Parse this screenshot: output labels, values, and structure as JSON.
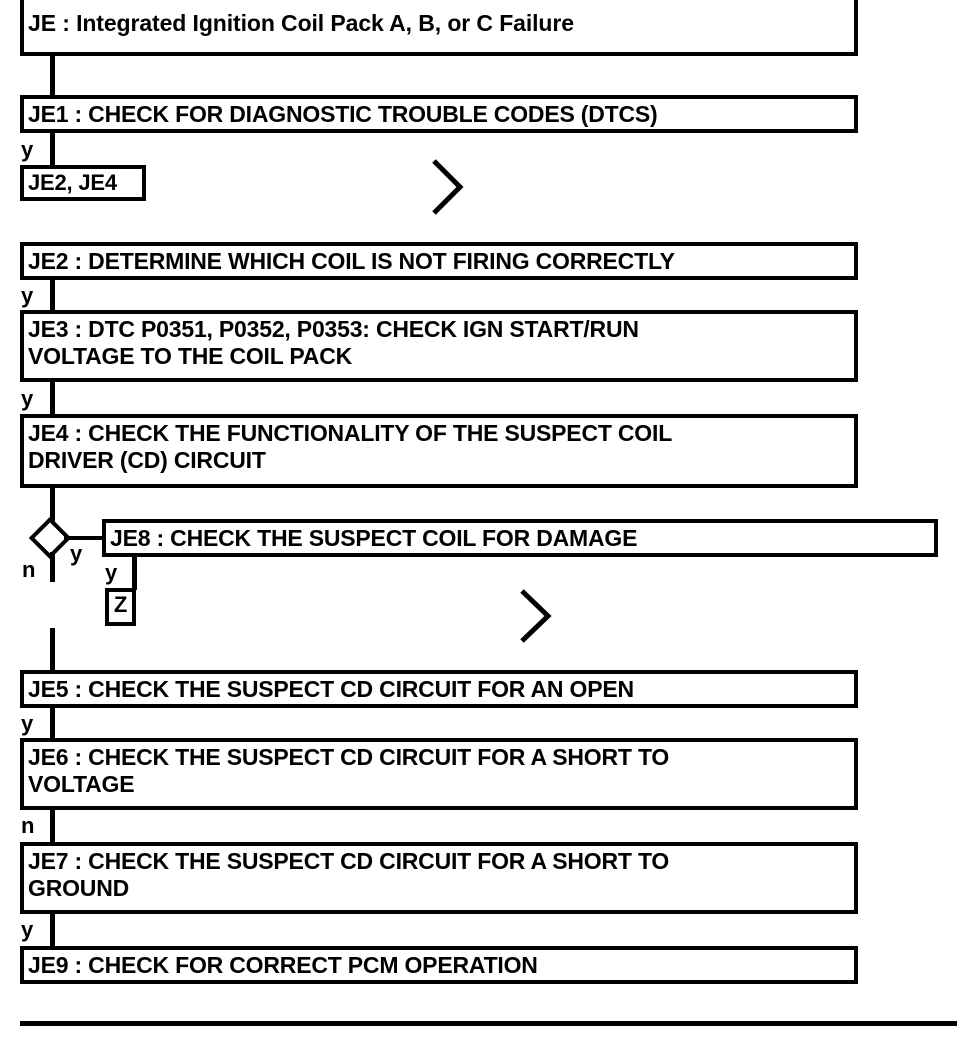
{
  "diagram": {
    "type": "flowchart",
    "title": "JE : Integrated Ignition Coil Pack A, B, or C Failure",
    "nodes": [
      {
        "id": "JE",
        "label": "JE : Integrated Ignition Coil Pack A, B, or C Failure"
      },
      {
        "id": "JE1",
        "label": "JE1 : CHECK FOR DIAGNOSTIC TROUBLE CODES (DTCS)"
      },
      {
        "id": "ref1",
        "label": "JE2, JE4"
      },
      {
        "id": "JE2",
        "label": "JE2 : DETERMINE WHICH COIL IS NOT FIRING CORRECTLY"
      },
      {
        "id": "JE3",
        "label": "JE3 : DTC P0351, P0352, P0353: CHECK IGN START/RUN\nVOLTAGE TO THE COIL PACK"
      },
      {
        "id": "JE4",
        "label": "JE4 : CHECK THE FUNCTIONALITY OF THE SUSPECT COIL\nDRIVER (CD) CIRCUIT"
      },
      {
        "id": "JE8",
        "label": "JE8 : CHECK THE SUSPECT COIL FOR DAMAGE"
      },
      {
        "id": "refZ",
        "label": "Z"
      },
      {
        "id": "JE5",
        "label": "JE5 : CHECK THE SUSPECT CD CIRCUIT FOR AN OPEN"
      },
      {
        "id": "JE6",
        "label": "JE6 : CHECK THE SUSPECT CD CIRCUIT FOR A SHORT TO\nVOLTAGE"
      },
      {
        "id": "JE7",
        "label": "JE7 : CHECK THE SUSPECT CD CIRCUIT FOR A SHORT TO\nGROUND"
      },
      {
        "id": "JE9",
        "label": "JE9 : CHECK FOR CORRECT PCM OPERATION"
      }
    ],
    "branch_labels": {
      "je1_yes": "y",
      "je2_yes": "y",
      "je3_yes": "y",
      "diamond_no": "n",
      "diamond_yes": "y",
      "je8_yes": "y",
      "je5_yes": "y",
      "je6_no": "n",
      "je7_yes": "y"
    },
    "markers": {
      "chevron_1": "chevron-right",
      "chevron_2": "chevron-right"
    },
    "colors": {
      "stroke": "#000000",
      "fill": "#ffffff"
    }
  }
}
